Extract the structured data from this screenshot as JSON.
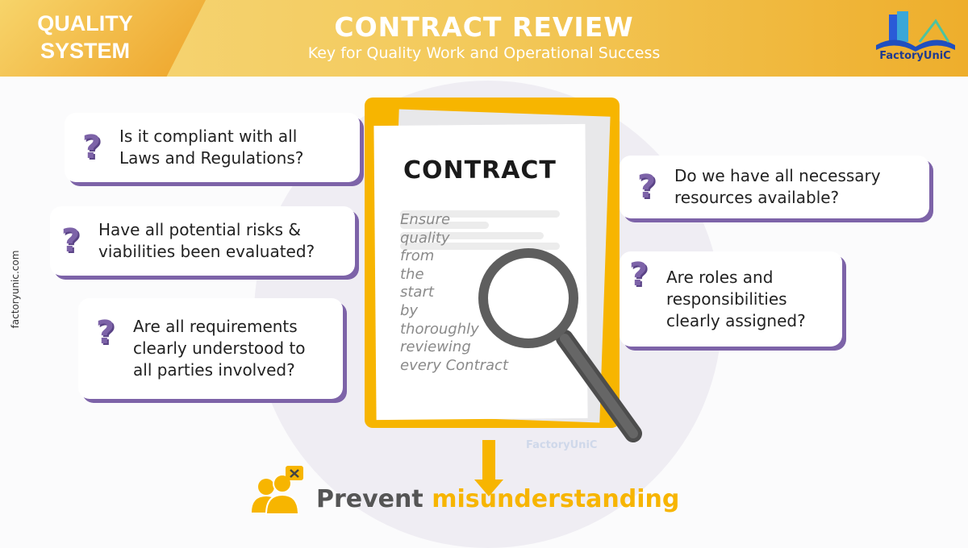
{
  "header": {
    "badge_line1": "QUALITY",
    "badge_line2": "SYSTEM",
    "title": "CONTRACT REVIEW",
    "subtitle": "Key for Quality Work and Operational Success",
    "logo_text": "FactoryUniC"
  },
  "side_text": "factoryunic.com",
  "questions_left": [
    {
      "line1": "Is it compliant with all",
      "line2": "Laws and Regulations?"
    },
    {
      "line1": "Have all potential risks &",
      "line2": "viabilities been evaluated?"
    },
    {
      "line1": "Are all requirements",
      "line2": "clearly understood to",
      "line3": "all parties involved?"
    }
  ],
  "questions_right": [
    {
      "line1": "Do we have all necessary",
      "line2": "resources available?"
    },
    {
      "line1": "Are roles and",
      "line2": "responsibilities",
      "line3": "clearly assigned?"
    }
  ],
  "question_mark": "?",
  "document": {
    "heading": "CONTRACT",
    "body": [
      "Ensure",
      "quality",
      "from",
      "the",
      "start",
      "by",
      "thoroughly",
      "reviewing",
      "every Contract"
    ],
    "watermark": "FactoryUniC"
  },
  "conclusion": {
    "word1": "Prevent",
    "word2": "misunderstanding"
  },
  "colors": {
    "accent": "#f7b500",
    "purple": "#7d63a8",
    "text": "#555555"
  }
}
